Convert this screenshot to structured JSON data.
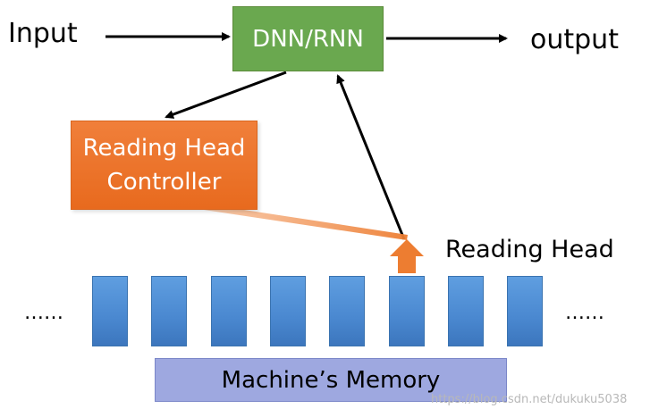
{
  "labels": {
    "input": "Input",
    "output": "output",
    "dnn_rnn": "DNN/RNN",
    "controller_line1": "Reading Head",
    "controller_line2": "Controller",
    "reading_head": "Reading Head",
    "memory": "Machine’s Memory",
    "ellipsis_left": "……",
    "ellipsis_right": "……",
    "watermark": "https://blog.csdn.net/dukuku5038"
  },
  "memory_cell_count": 8,
  "highlighted_cell_index": 5,
  "colors": {
    "dnn_box": "#6aa84f",
    "controller_box": "#ed7d31",
    "memory_cell": "#4a88d0",
    "memory_label_box": "#9ea8e0",
    "reading_arrow": "#ed7d31",
    "arrows": "#000000"
  }
}
